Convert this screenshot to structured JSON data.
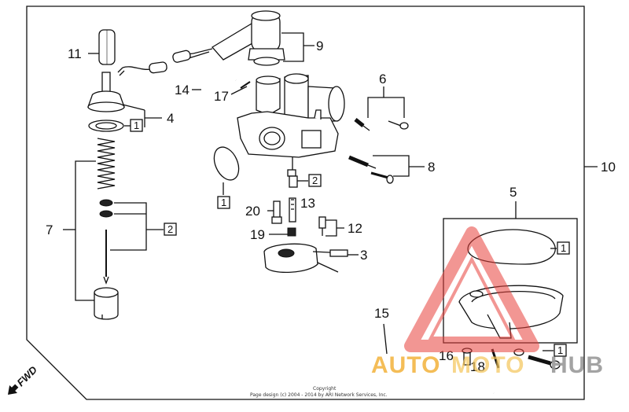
{
  "callouts": {
    "c1": "1",
    "c2": "2",
    "c3": "3",
    "c4": "4",
    "c5": "5",
    "c6": "6",
    "c7": "7",
    "c8": "8",
    "c9": "9",
    "c10": "10",
    "c11": "11",
    "c12": "12",
    "c13": "13",
    "c14": "14",
    "c15": "15",
    "c16": "16",
    "c17": "17",
    "c18": "18",
    "c19": "19",
    "c20": "20"
  },
  "boxed": {
    "b4": "1",
    "b7": "2",
    "b13top": "2",
    "b20": "1",
    "b5": "1",
    "b18": "1"
  },
  "fwd_label": "FWD",
  "copyright": {
    "line1": "Copyright",
    "line2": "Page design (c) 2004 - 2014 by ARI Network Services, Inc."
  },
  "watermark": {
    "text_left": "AUTO",
    "text_mid": "MOTO",
    "text_right": "HUB",
    "colors": {
      "triangle": "#e8413c",
      "left": "#f3b23a",
      "mid": "#f5c65a",
      "right": "#9a9a9a"
    }
  }
}
